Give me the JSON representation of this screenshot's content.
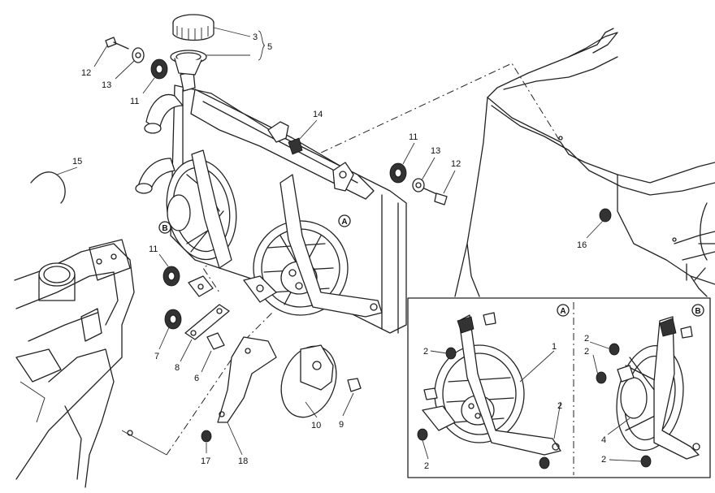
{
  "callouts": {
    "c1": "1",
    "c2a": "2",
    "c2b": "2",
    "c2c": "2",
    "c2d": "2",
    "c2e": "2",
    "c2f": "2",
    "c3": "3",
    "c4": "4",
    "c5": "5",
    "c6": "6",
    "c7": "7",
    "c8": "8",
    "c9": "9",
    "c10": "10",
    "c11a": "11",
    "c11b": "11",
    "c11c": "11",
    "c12a": "12",
    "c12b": "12",
    "c13a": "13",
    "c13b": "13",
    "c14": "14",
    "c15": "15",
    "c16": "16",
    "c17": "17",
    "c18": "18"
  },
  "markers": {
    "a_main": "A",
    "b_main": "B",
    "a_inset": "A",
    "b_inset": "B"
  }
}
